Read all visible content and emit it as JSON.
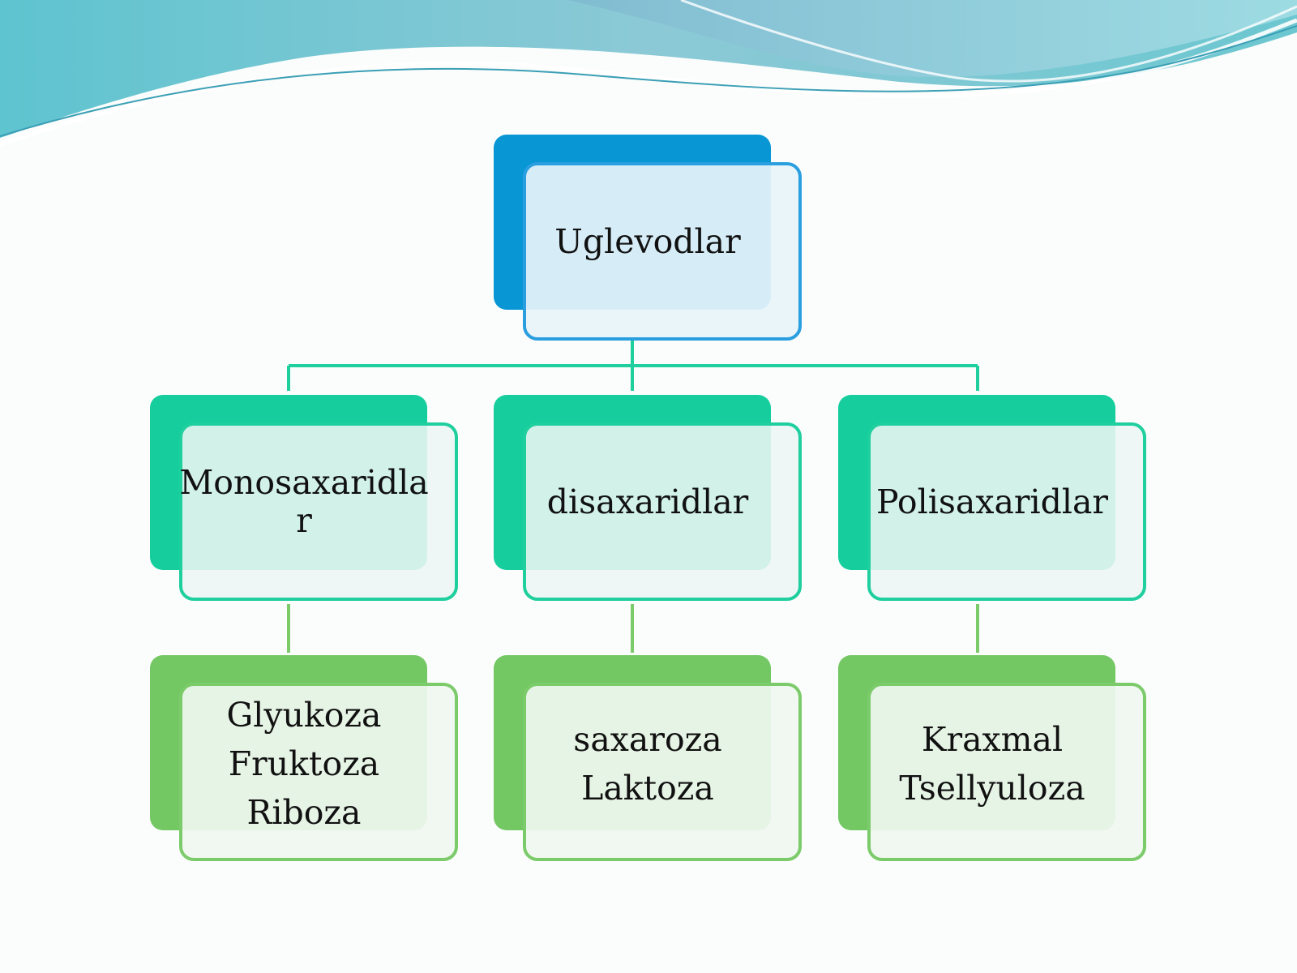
{
  "diagram": {
    "root": {
      "label": "Uglevodlar"
    },
    "categories": [
      {
        "label": "Monosaxaridla\nr",
        "examples": "Glyukoza\nFruktoza\nRiboza"
      },
      {
        "label": "disaxaridlar",
        "examples": "saxaroza\nLaktoza"
      },
      {
        "label": "Polisaxaridlar",
        "examples": "Kraxmal\nTsellyuloza"
      }
    ]
  },
  "colors": {
    "root": "#0896d4",
    "category": "#16ce9d",
    "example": "#74c864",
    "connector_top": "#1fcf9e",
    "connector_bottom": "#7ccb6a"
  }
}
